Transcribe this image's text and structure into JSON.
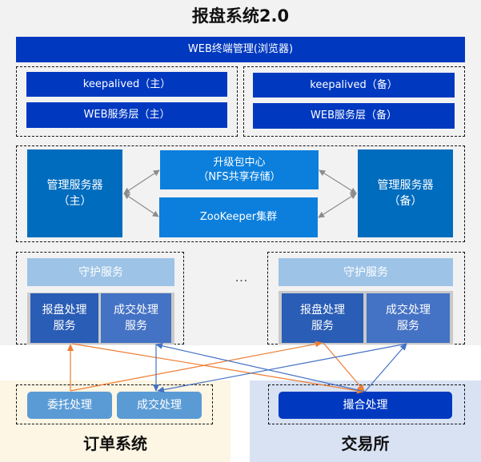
{
  "title": "报盘系统2.0",
  "web_terminal": "WEB终端管理(浏览器)",
  "web_layer": {
    "primary": {
      "keepalived": "keepalived（主）",
      "web_service": "WEB服务层（主）"
    },
    "backup": {
      "keepalived": "keepalived（备）",
      "web_service": "WEB服务层（备）"
    }
  },
  "management": {
    "primary_server": [
      "管理服务器",
      "（主）"
    ],
    "backup_server": [
      "管理服务器",
      "（备）"
    ],
    "upgrade_center": [
      "升级包中心",
      "（NFS共享存储）"
    ],
    "zookeeper": "ZooKeeper集群"
  },
  "nodes": [
    {
      "guard": "守护服务",
      "quote_proc": [
        "报盘处理",
        "服务"
      ],
      "trade_proc": [
        "成交处理",
        "服务"
      ]
    },
    {
      "guard": "守护服务",
      "quote_proc": [
        "报盘处理",
        "服务"
      ],
      "trade_proc": [
        "成交处理",
        "服务"
      ]
    }
  ],
  "ellipsis": "···",
  "order_system": {
    "label": "订单系统",
    "entrust": "委托处理",
    "trade": "成交处理"
  },
  "exchange": {
    "label": "交易所",
    "matching": "撮合处理"
  },
  "colors": {
    "dark_blue": "#0039c0",
    "mgr_blue": "#006cbe",
    "center_blue": "#0c7fdd",
    "guard_blue": "#9dc3e6",
    "proc_dark": "#2a5db5",
    "proc_light": "#4472c4",
    "order_btn": "#5b9bd5",
    "arrow_orange": "#ed7d31",
    "arrow_blue": "#4472c4",
    "arrow_gray": "#8c8c8c",
    "order_bg": "#fdf6e4",
    "exchange_bg": "#d9e2f3"
  }
}
